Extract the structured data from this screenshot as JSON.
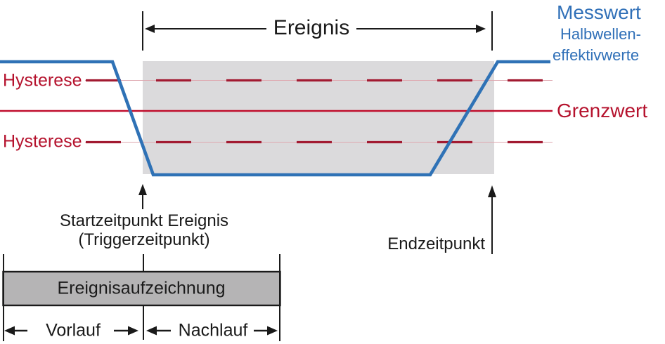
{
  "diagram": {
    "event_span_label": "Ereignis",
    "measured_value": {
      "line1": "Messwert",
      "line2": "Halbwellen-",
      "line3": "effektivwerte"
    },
    "hysteresis_upper_label": "Hysterese",
    "hysteresis_lower_label": "Hysterese",
    "limit_label": "Grenzwert",
    "event_start": {
      "line1": "Startzeitpunkt Ereignis",
      "line2": "(Triggerzeitpunkt)"
    },
    "event_end_label": "Endzeitpunkt",
    "recording": {
      "bar_label": "Ereignisaufzeichnung",
      "pre_trigger_label": "Vorlauf",
      "post_trigger_label": "Nachlauf"
    }
  },
  "colors": {
    "signal_blue": "#2f72b6",
    "text_blue": "#3070b8",
    "text_red": "#b5122d",
    "limit_line_red": "#c00e2d",
    "hysteresis_dash_red": "#a21a31",
    "hysteresis_thin_red": "#dfa8b0",
    "event_region_gray": "#dbdadc",
    "recording_bar_gray": "#b5b4b5",
    "arrow_black": "#1a1a1a"
  }
}
